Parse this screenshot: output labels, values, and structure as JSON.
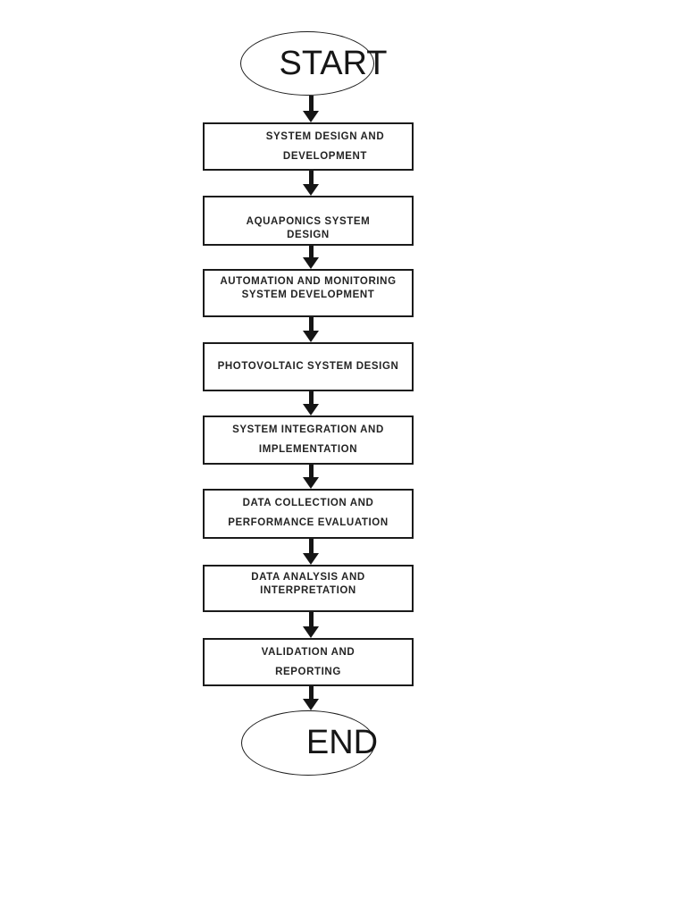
{
  "diagram": {
    "type": "flowchart",
    "start": {
      "label": "START"
    },
    "end": {
      "label": "END"
    },
    "steps": [
      {
        "lines": [
          "SYSTEM DESIGN AND",
          "DEVELOPMENT"
        ]
      },
      {
        "lines": [
          "AQUAPONICS SYSTEM",
          "DESIGN"
        ]
      },
      {
        "lines": [
          "AUTOMATION AND MONITORING",
          "SYSTEM DEVELOPMENT"
        ]
      },
      {
        "lines": [
          "PHOTOVOLTAIC SYSTEM DESIGN"
        ]
      },
      {
        "lines": [
          "SYSTEM INTEGRATION AND",
          "IMPLEMENTATION"
        ]
      },
      {
        "lines": [
          "DATA COLLECTION AND",
          "PERFORMANCE EVALUATION"
        ]
      },
      {
        "lines": [
          "DATA ANALYSIS AND",
          "INTERPRETATION"
        ]
      },
      {
        "lines": [
          "VALIDATION AND",
          "REPORTING"
        ]
      }
    ],
    "colors": {
      "stroke": "#1b1b1b",
      "text": "#242424",
      "background": "#ffffff"
    }
  }
}
